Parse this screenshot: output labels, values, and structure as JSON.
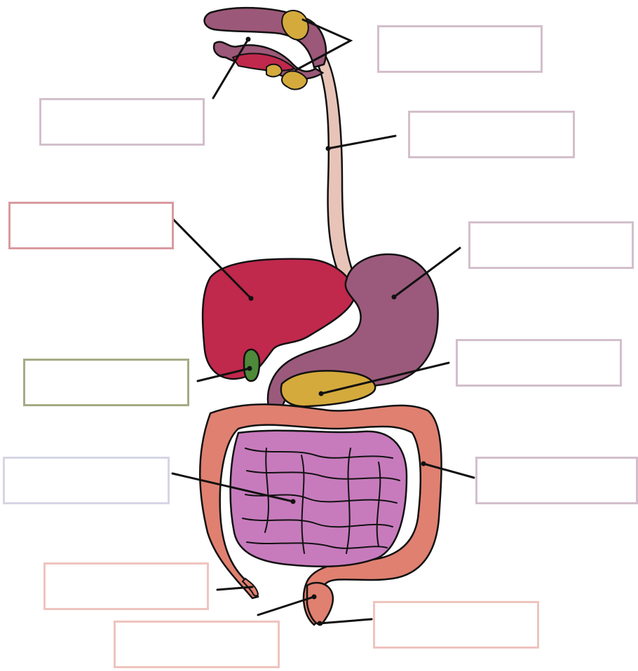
{
  "diagram": {
    "label_boxes": [
      {
        "id": "salivary-glands",
        "text": "",
        "border_color": "#d3bfcb"
      },
      {
        "id": "mouth",
        "text": "",
        "border_color": "#d3bfcb"
      },
      {
        "id": "esophagus",
        "text": "",
        "border_color": "#d3bfcb"
      },
      {
        "id": "liver",
        "text": "",
        "border_color": "#d99a9f"
      },
      {
        "id": "stomach",
        "text": "",
        "border_color": "#d3bfcb"
      },
      {
        "id": "gallbladder",
        "text": "",
        "border_color": "#a5ab85"
      },
      {
        "id": "pancreas",
        "text": "",
        "border_color": "#d3bfcb"
      },
      {
        "id": "small-intestine",
        "text": "",
        "border_color": "#d6d6e6"
      },
      {
        "id": "large-intestine",
        "text": "",
        "border_color": "#d3bfcb"
      },
      {
        "id": "appendix",
        "text": "",
        "border_color": "#efc4be"
      },
      {
        "id": "rectum",
        "text": "",
        "border_color": "#efc4be"
      },
      {
        "id": "anus",
        "text": "",
        "border_color": "#efc4be"
      }
    ],
    "organ_colors": {
      "mouth_tongue": "#9c5878",
      "salivary_glands": "#d4aa3c",
      "esophagus": "#e8c4b8",
      "liver": "#c0284c",
      "stomach": "#9b5a7c",
      "gallbladder": "#4e8a3a",
      "pancreas": "#d4aa3c",
      "small_intestine": "#c77bbd",
      "large_intestine": "#e08070",
      "outline": "#111111"
    }
  }
}
